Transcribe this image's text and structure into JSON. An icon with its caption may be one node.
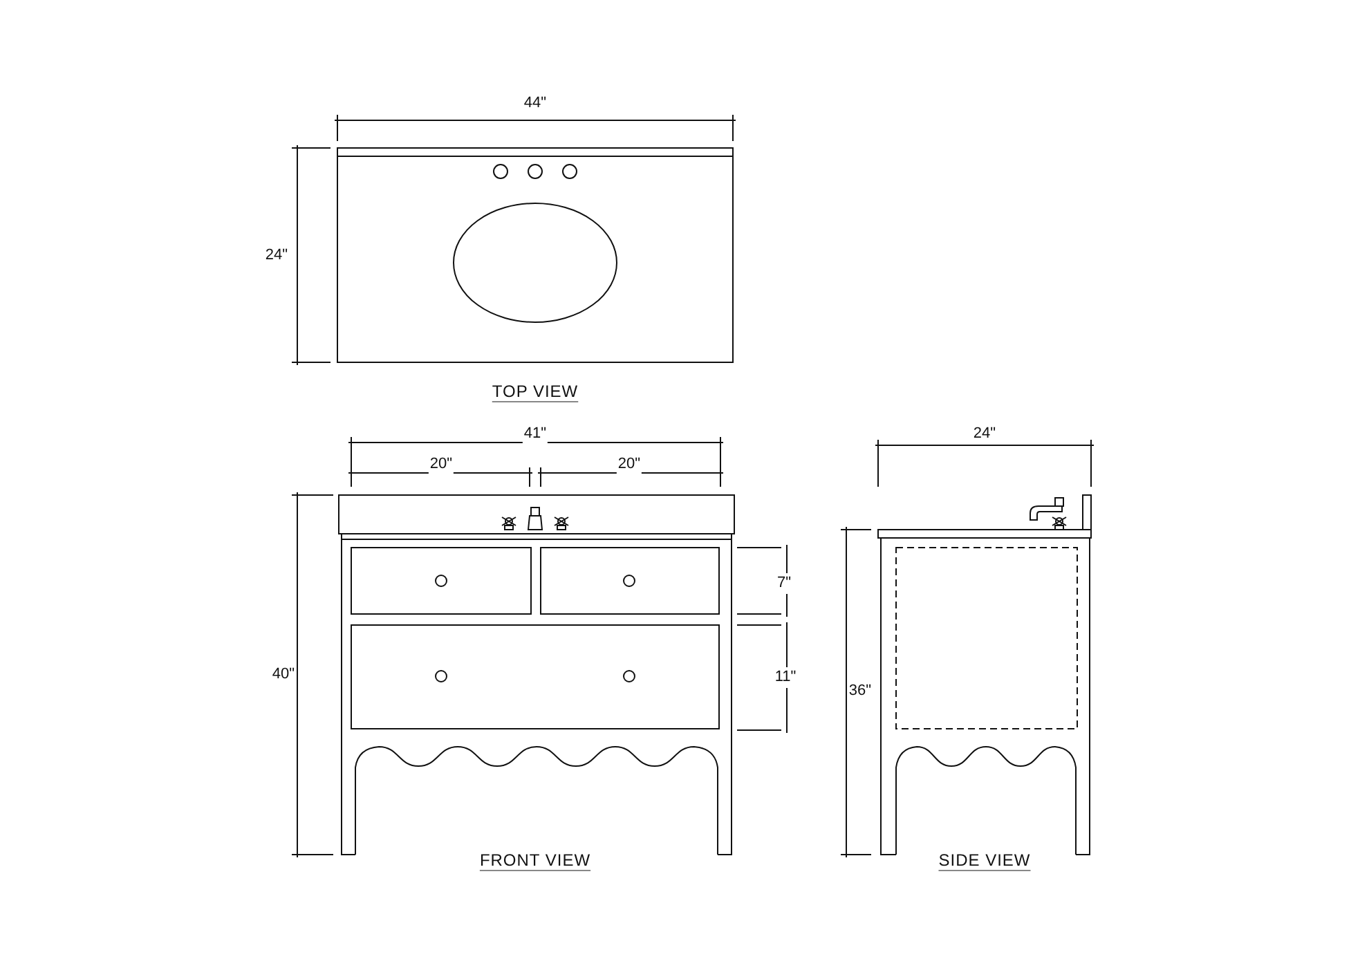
{
  "diagram": {
    "labels": [
      "44\"",
      "24\"",
      "TOP VIEW",
      "41\"",
      "24\"",
      "20\"",
      "20\"",
      "7\"",
      "40\"",
      "11\"",
      "36\"",
      "FRONT VIEW",
      "SIDE VIEW"
    ]
  }
}
